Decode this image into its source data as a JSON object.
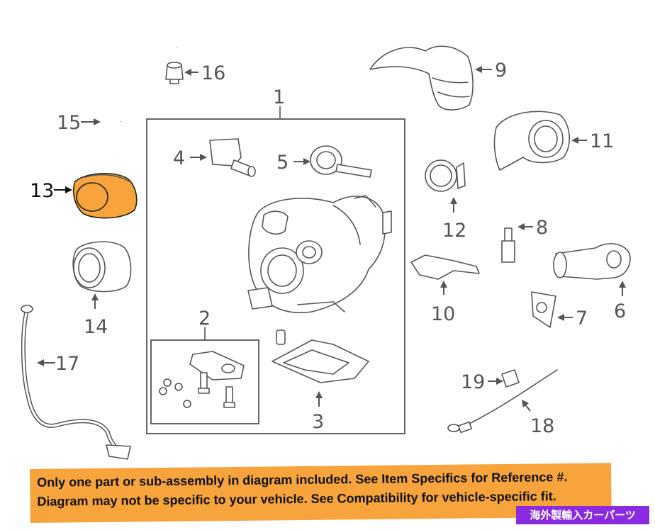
{
  "callouts": {
    "c1": "1",
    "c2": "2",
    "c3": "3",
    "c4": "4",
    "c5": "5",
    "c6": "6",
    "c7": "7",
    "c8": "8",
    "c9": "9",
    "c10": "10",
    "c11": "11",
    "c12": "12",
    "c13": "13",
    "c14": "14",
    "c15": "15",
    "c16": "16",
    "c17": "17",
    "c18": "18",
    "c19": "19"
  },
  "highlight": {
    "part": "13",
    "color": "#f6a43b"
  },
  "banner": {
    "line1": "Only one part or sub-assembly in diagram included. See Item Specifics for Reference #.",
    "line2": "Diagram may not be specific to your vehicle. See Compatibility for vehicle-specific fit.",
    "color": "#f6a43b"
  },
  "badge": {
    "text": "海外製輸入カーパーツ",
    "color": "#8a2be2"
  }
}
